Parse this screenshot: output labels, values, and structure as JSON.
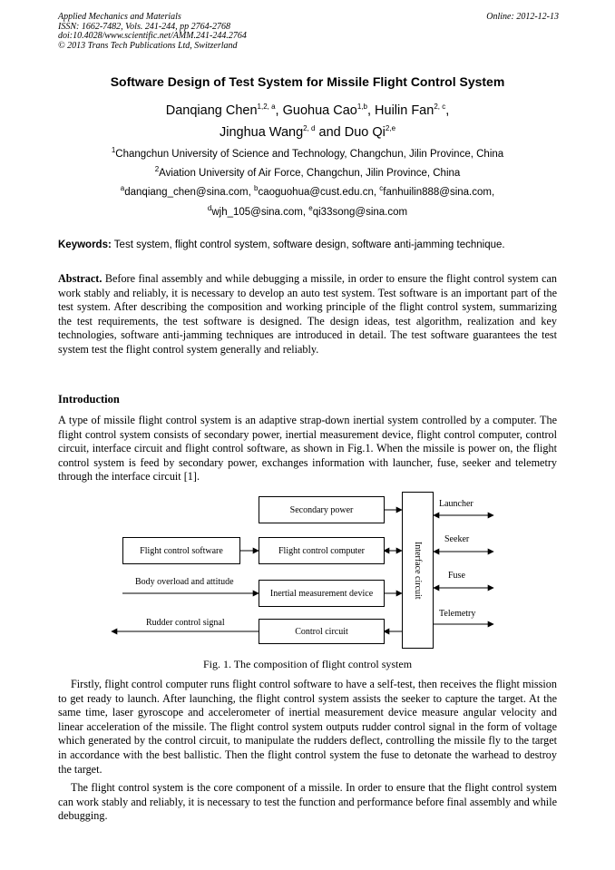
{
  "header": {
    "journal": "Applied Mechanics and Materials",
    "issn": "ISSN: 1662-7482, Vols. 241-244, pp 2764-2768",
    "doi": "doi:10.4028/www.scientific.net/AMM.241-244.2764",
    "copyright": "© 2013 Trans Tech Publications Ltd, Switzerland",
    "online": "Online: 2012-12-13"
  },
  "title": "Software Design of Test System for Missile Flight Control System",
  "authors": {
    "a1": "Danqiang Chen",
    "a1_sup": "1,2, a",
    "a2": "Guohua Cao",
    "a2_sup": "1,b",
    "a3": "Huilin Fan",
    "a3_sup": "2, c",
    "a4": "Jinghua Wang",
    "a4_sup": "2, d",
    "and": "and",
    "a5": "Duo Qi",
    "a5_sup": "2,e"
  },
  "affiliations": {
    "aff1_sup": "1",
    "aff1": "Changchun University of Science and Technology, Changchun, Jilin Province, China",
    "aff2_sup": "2",
    "aff2": "Aviation University of Air Force, Changchun, Jilin Province, China"
  },
  "emails": {
    "a_sup": "a",
    "a": "danqiang_chen@sina.com,",
    "b_sup": "b",
    "b": "caoguohua@cust.edu.cn,",
    "c_sup": "c",
    "c": "fanhuilin888@sina.com,",
    "d_sup": "d",
    "d": "wjh_105@sina.com,",
    "e_sup": "e",
    "e": "qi33song@sina.com"
  },
  "keywords": {
    "label": "Keywords:",
    "text": "Test system, flight control system, software design, software anti-jamming technique."
  },
  "abstract": {
    "label": "Abstract.",
    "text": "Before final assembly and while debugging a missile, in order to ensure the flight control system can work stably and reliably, it is necessary to develop an auto test system. Test software is an important part of the test system. After describing the composition and working principle of the flight control system, summarizing the test requirements, the test software is designed. The design ideas, test algorithm, realization and key technologies, software anti-jamming techniques are introduced in detail. The test software guarantees the test system test the flight control system generally and reliably."
  },
  "introduction": {
    "heading": "Introduction",
    "p1": "A type of missile flight control system is an adaptive strap-down inertial system controlled by a computer. The flight control system consists of secondary power, inertial measurement device, flight control computer, control circuit, interface circuit and flight control software, as shown in Fig.1. When the missile is power on, the flight control system is feed by secondary power, exchanges information with launcher, fuse, seeker and telemetry through the interface circuit [1].",
    "p2": "Firstly, flight control computer runs flight control software to have a self-test, then receives the flight mission to get ready to launch. After launching, the flight control system assists the seeker to capture the target. At the same time, laser gyroscope and accelerometer of inertial measurement device measure angular velocity and linear acceleration of the missile. The flight control system outputs rudder control signal in the form of voltage which generated by the control circuit, to manipulate the rudders deflect, controlling the missile fly to the target in accordance with the best ballistic. Then the flight control system the fuse to detonate the warhead to destroy the target.",
    "p3": "The flight control system is the core component of a missile. In order to ensure that the flight control system can work stably and reliably, it is necessary to test the function and performance before final assembly and while debugging."
  },
  "figure": {
    "secondary_power": "Secondary power",
    "flight_control_software": "Flight control software",
    "flight_control_computer": "Flight control computer",
    "body_overload": "Body overload and attitude",
    "imd": "Inertial measurement device",
    "rudder_signal": "Rudder control signal",
    "control_circuit": "Control circuit",
    "interface_circuit": "Interface circuit",
    "launcher": "Launcher",
    "seeker": "Seeker",
    "fuse": "Fuse",
    "telemetry": "Telemetry",
    "caption": "Fig. 1. The composition of flight control system"
  }
}
